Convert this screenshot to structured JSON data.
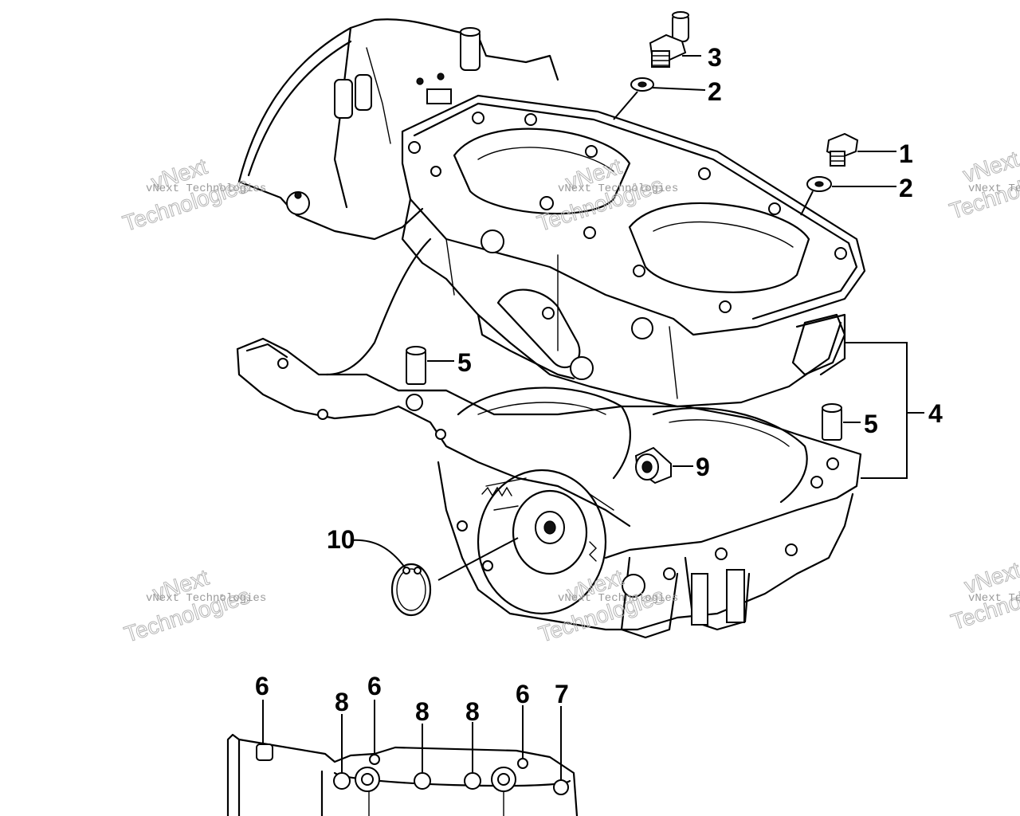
{
  "callouts": {
    "c1": "1",
    "c2a": "2",
    "c2b": "2",
    "c3": "3",
    "c4": "4",
    "c5a": "5",
    "c5b": "5",
    "c6a": "6",
    "c6b": "6",
    "c6c": "6",
    "c7": "7",
    "c8a": "8",
    "c8b": "8",
    "c8c": "8",
    "c9": "9",
    "c10": "10"
  },
  "watermark": {
    "line1": "vNext",
    "line2": "Technologies",
    "small": "vNext Technologies"
  }
}
